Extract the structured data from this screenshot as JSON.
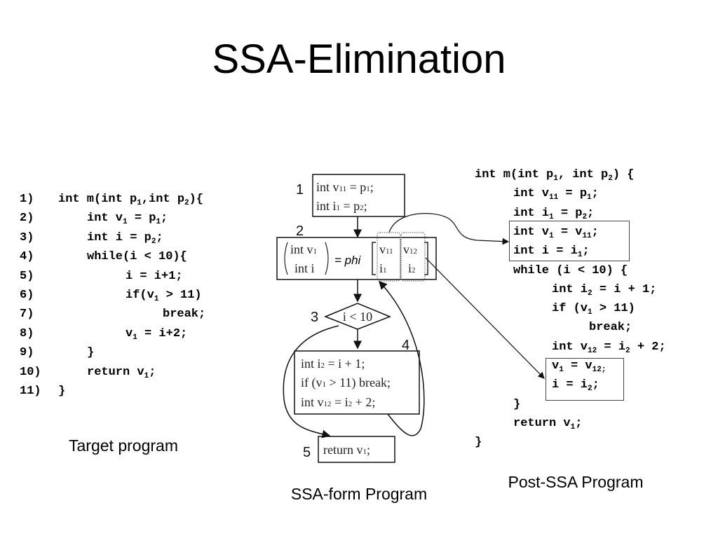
{
  "title": "SSA-Elimination",
  "captions": {
    "target": "Target program",
    "ssa": "SSA-form Program",
    "post": "Post-SSA Program"
  },
  "target_code": [
    {
      "num": "1)",
      "indent": 0,
      "parts": [
        [
          "int m(int p",
          0
        ],
        [
          "1",
          1
        ],
        [
          ",int p",
          0
        ],
        [
          "2",
          1
        ],
        [
          "){",
          0
        ]
      ]
    },
    {
      "num": "2)",
      "indent": 1,
      "parts": [
        [
          "int v",
          0
        ],
        [
          "1",
          1
        ],
        [
          " = p",
          0
        ],
        [
          "1",
          1
        ],
        [
          ";",
          0
        ]
      ]
    },
    {
      "num": "3)",
      "indent": 1,
      "parts": [
        [
          "int i = p",
          0
        ],
        [
          "2",
          1
        ],
        [
          ";",
          0
        ]
      ]
    },
    {
      "num": "4)",
      "indent": 1,
      "parts": [
        [
          "while(i < 10){",
          0
        ]
      ]
    },
    {
      "num": "5)",
      "indent": 2,
      "parts": [
        [
          "i = i+1;",
          0
        ]
      ]
    },
    {
      "num": "6)",
      "indent": 2,
      "parts": [
        [
          "if(v",
          0
        ],
        [
          "1",
          1
        ],
        [
          " > 11)",
          0
        ]
      ]
    },
    {
      "num": "7)",
      "indent": 3,
      "parts": [
        [
          "break;",
          0
        ]
      ]
    },
    {
      "num": "8)",
      "indent": 2,
      "parts": [
        [
          "v",
          0
        ],
        [
          "1",
          1
        ],
        [
          " = i+2;",
          0
        ]
      ]
    },
    {
      "num": "9)",
      "indent": 1,
      "parts": [
        [
          "}",
          0
        ]
      ]
    },
    {
      "num": "10)",
      "indent": 1,
      "parts": [
        [
          "return v",
          0
        ],
        [
          "1",
          1
        ],
        [
          ";",
          0
        ]
      ]
    },
    {
      "num": "11)",
      "indent": 0,
      "parts": [
        [
          "}",
          0
        ]
      ]
    }
  ],
  "post_code": [
    {
      "indent": 0,
      "parts": [
        [
          "int m(int p",
          0
        ],
        [
          "1",
          1
        ],
        [
          ", int p",
          0
        ],
        [
          "2",
          1
        ],
        [
          ") {",
          0
        ]
      ]
    },
    {
      "indent": 1,
      "parts": [
        [
          "int v",
          0
        ],
        [
          "11",
          1
        ],
        [
          " = p",
          0
        ],
        [
          "1",
          1
        ],
        [
          ";",
          0
        ]
      ]
    },
    {
      "indent": 1,
      "parts": [
        [
          "int i",
          0
        ],
        [
          "1",
          1
        ],
        [
          " = p",
          0
        ],
        [
          "2",
          1
        ],
        [
          ";",
          0
        ]
      ]
    },
    {
      "indent": 1,
      "parts": [
        [
          "int v",
          0
        ],
        [
          "1",
          1
        ],
        [
          " = v",
          0
        ],
        [
          "11",
          1
        ],
        [
          ";",
          0
        ]
      ]
    },
    {
      "indent": 1,
      "parts": [
        [
          "int i = i",
          0
        ],
        [
          "1",
          1
        ],
        [
          ";",
          0
        ]
      ]
    },
    {
      "indent": 1,
      "parts": [
        [
          "while (i < 10) {",
          0
        ]
      ]
    },
    {
      "indent": 2,
      "parts": [
        [
          "int i",
          0
        ],
        [
          "2",
          1
        ],
        [
          " = i + 1;",
          0
        ]
      ]
    },
    {
      "indent": 2,
      "parts": [
        [
          "if (v",
          0
        ],
        [
          "1",
          1
        ],
        [
          " > 11)",
          0
        ]
      ]
    },
    {
      "indent": 3,
      "parts": [
        [
          "break;",
          0
        ]
      ]
    },
    {
      "indent": 2,
      "parts": [
        [
          "int v",
          0
        ],
        [
          "12",
          1
        ],
        [
          " = i",
          0
        ],
        [
          "2",
          1
        ],
        [
          " + 2;",
          0
        ]
      ]
    },
    {
      "indent": 2,
      "parts": [
        [
          "v",
          0
        ],
        [
          "1",
          1
        ],
        [
          " = v",
          0
        ],
        [
          "12;",
          1
        ]
      ]
    },
    {
      "indent": 2,
      "parts": [
        [
          "i = i",
          0
        ],
        [
          "2",
          1
        ],
        [
          ";",
          0
        ]
      ]
    },
    {
      "indent": 1,
      "parts": [
        [
          "}",
          0
        ]
      ]
    },
    {
      "indent": 1,
      "parts": [
        [
          "return v",
          0
        ],
        [
          "1",
          1
        ],
        [
          ";",
          0
        ]
      ]
    },
    {
      "indent": 0,
      "parts": [
        [
          "}",
          0
        ]
      ]
    }
  ],
  "cfg": {
    "block1": {
      "label": "1",
      "line1": [
        "int v",
        "11",
        " = p",
        "1",
        ";"
      ],
      "line2": [
        "int  i",
        "1",
        " = p",
        "2",
        ";"
      ]
    },
    "block2": {
      "label": "2",
      "lhs1": [
        "int v",
        "1"
      ],
      "lhs2": "int i",
      "phi": "= phi",
      "c1": [
        "v",
        "11",
        "i",
        "1"
      ],
      "c2": [
        "v",
        "12",
        "i",
        "2"
      ]
    },
    "block3": {
      "label": "3",
      "cond": "i < 10"
    },
    "block4": {
      "label": "4",
      "line1": [
        "int i",
        "2",
        " = i + 1;"
      ],
      "line2": [
        "if (v",
        "1",
        " > 11) break;"
      ],
      "line3": [
        "int v",
        "12",
        " = i",
        "2",
        " + 2;"
      ]
    },
    "block5": {
      "label": "5",
      "text": [
        "return v",
        "1",
        ";"
      ]
    }
  }
}
